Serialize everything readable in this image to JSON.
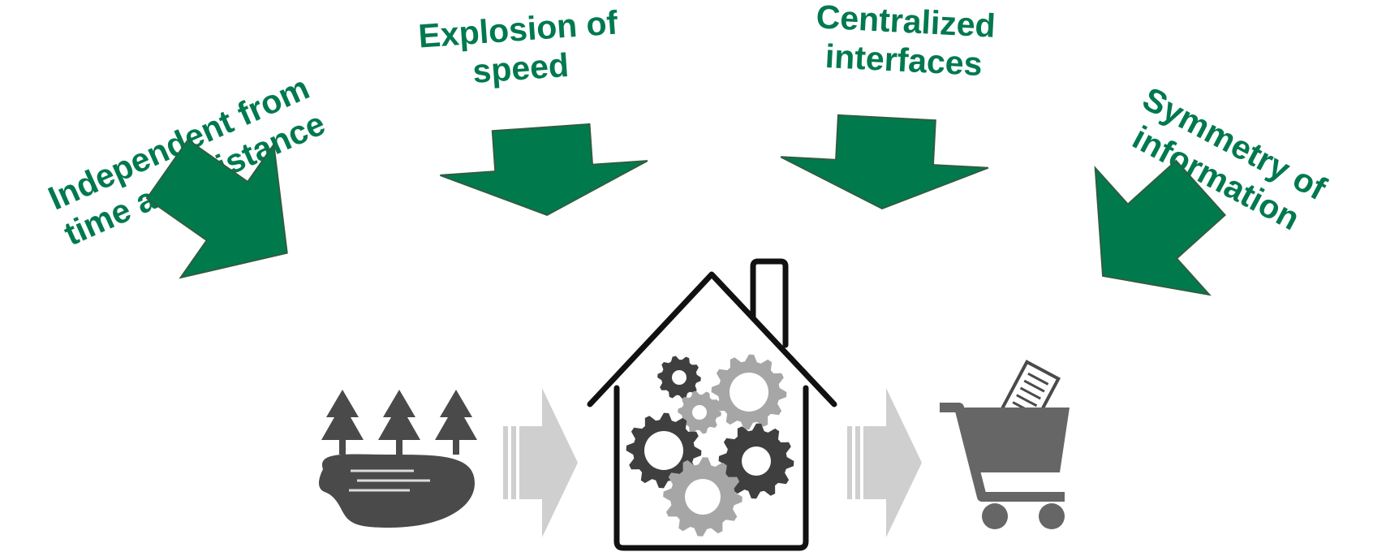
{
  "labels": [
    {
      "lines": [
        "Independent from",
        "time and distance"
      ]
    },
    {
      "lines": [
        "Explosion of",
        "speed"
      ]
    },
    {
      "lines": [
        "Centralized",
        "interfaces"
      ]
    },
    {
      "lines": [
        "Symmetry of",
        "information"
      ]
    }
  ],
  "icons": [
    "nature-icon",
    "arrow-right-icon",
    "house-gears-icon",
    "arrow-right-icon",
    "shopping-cart-icon"
  ],
  "colors": {
    "green_text": "#00794f",
    "green_arrow": "#007a4d",
    "dark_gray": "#4a4a4a",
    "mid_gray": "#9a9a9a",
    "light_gray": "#cfcfcf"
  }
}
